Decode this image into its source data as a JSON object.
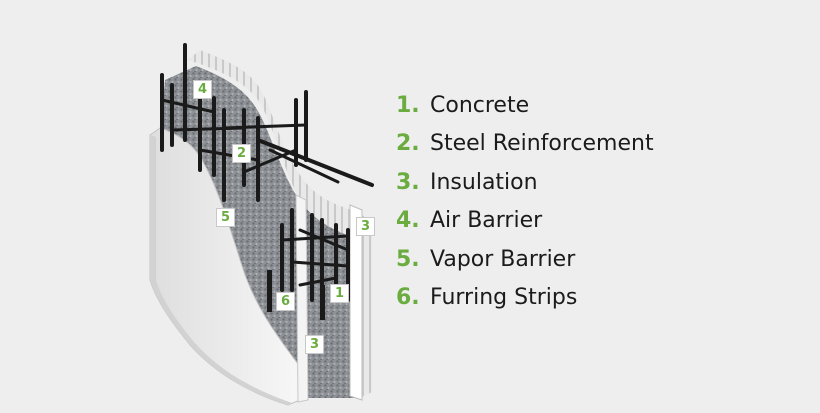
{
  "colors": {
    "background": "#eeeeee",
    "accent_green": "#6aac3f",
    "text": "#1b1b1b",
    "rebar": "#1a1a1a",
    "panel": "#f2f2f2"
  },
  "legend": [
    {
      "num": "1.",
      "label": "Concrete"
    },
    {
      "num": "2.",
      "label": "Steel Reinforcement"
    },
    {
      "num": "3.",
      "label": "Insulation"
    },
    {
      "num": "4.",
      "label": "Air Barrier"
    },
    {
      "num": "5.",
      "label": "Vapor Barrier"
    },
    {
      "num": "6.",
      "label": "Furring Strips"
    }
  ],
  "callouts": [
    "4",
    "2",
    "5",
    "3",
    "6",
    "1",
    "3"
  ]
}
